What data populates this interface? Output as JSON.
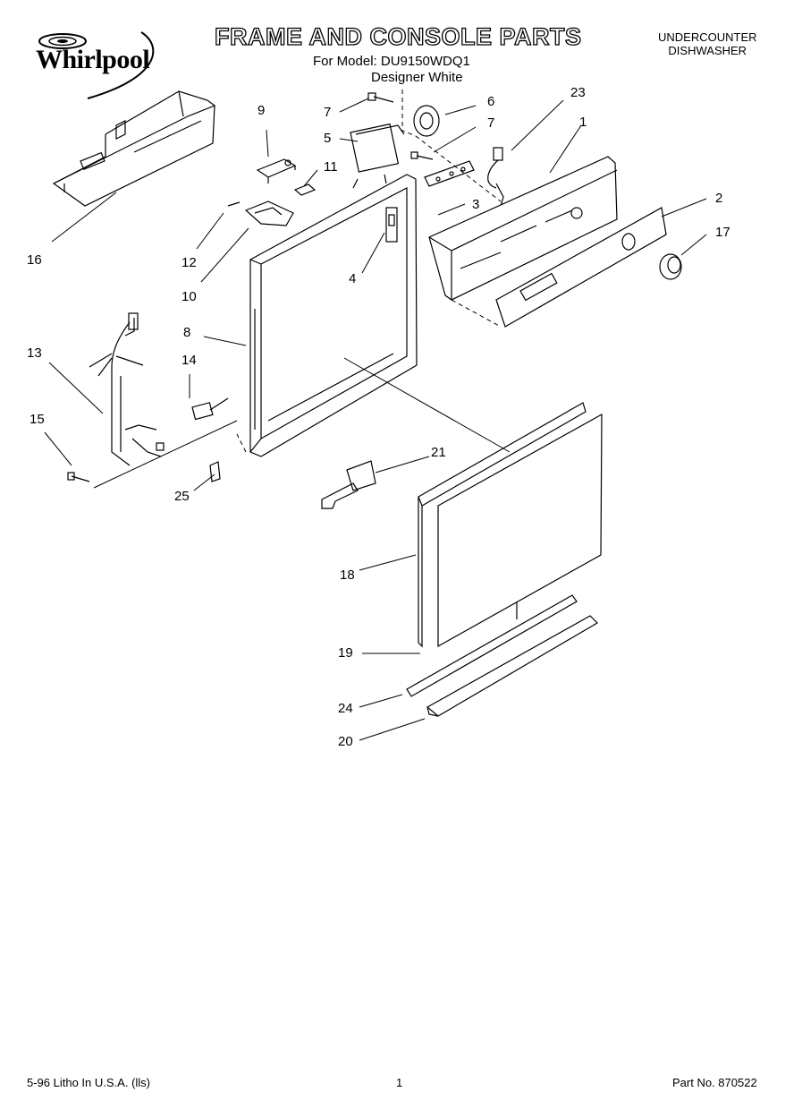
{
  "header": {
    "brand": "Whirlpool",
    "title": "FRAME AND CONSOLE PARTS",
    "model_line": "For Model: DU9150WDQ1",
    "color": "Designer White",
    "appliance_line1": "UNDERCOUNTER",
    "appliance_line2": "DISHWASHER"
  },
  "callouts": [
    "16",
    "9",
    "7",
    "5",
    "6",
    "7",
    "23",
    "1",
    "11",
    "12",
    "10",
    "3",
    "4",
    "2",
    "17",
    "8",
    "13",
    "14",
    "15",
    "25",
    "21",
    "18",
    "19",
    "24",
    "20"
  ],
  "footer": {
    "print_info": "5-96 Litho In U.S.A. (lls)",
    "page": "1",
    "part_no": "Part No. 870522"
  }
}
